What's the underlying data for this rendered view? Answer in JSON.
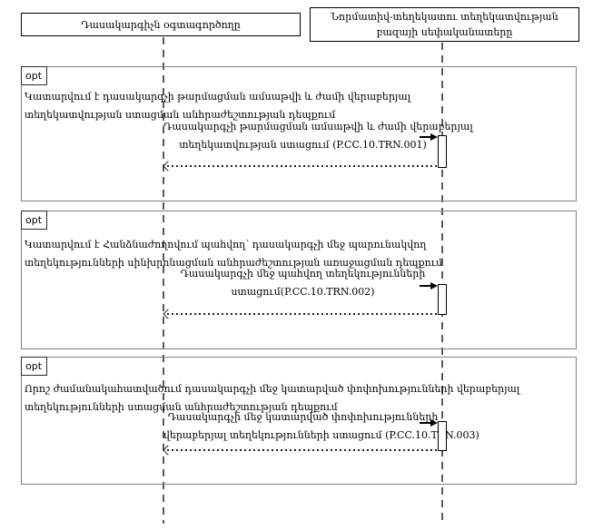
{
  "diagram": {
    "type": "uml-sequence",
    "actors": {
      "left": "Դասակարգիչն օգտագործողը",
      "right": "Նորմատիվ-տեղեկատու տեղեկատվության բազայի սեփականատերը"
    },
    "fragments": [
      {
        "operator": "opt",
        "guard": {
          "line1": "Կատարվում է դասակարգչի թարմացման ամսաթվի և ժամի վերաբերյալ",
          "line2": "տեղեկատվության ստացման անհրաժեշտության դեպքում"
        },
        "message": {
          "line1": "Դասակարգչի թարմացման ամսաթվի և ժամի վերաբերյալ",
          "line2": "տեղեկատվության ստացում (P.CC.10.TRN.001)"
        }
      },
      {
        "operator": "opt",
        "guard": {
          "line1": "Կատարվում է Հանձնաժողովում պահվող՝ դասակարգչի մեջ պարունակվող",
          "line2": "տեղեկությունների սինխրոնացման անհրաժեշտության առաջացման դեպքում"
        },
        "message": {
          "line1": "Դասակարգչի մեջ պահվող տեղեկությունների",
          "line2": "ստացում(P.CC.10.TRN.002)"
        }
      },
      {
        "operator": "opt",
        "guard": {
          "line1": "Որոշ ժամանակահատվածում դասակարգչի մեջ կատարված փոփոխությունների վերաբերյալ",
          "line2": "տեղեկությունների ստացման անհրաժեշտության դեպքում"
        },
        "message": {
          "line1": "Դասակարգչի մեջ կատարված փոփոխությունների",
          "line2": "վերաբերյալ տեղեկությունների ստացում (P.CC.10.TRN.003)"
        }
      }
    ],
    "colors": {
      "background": "#ffffff",
      "text": "#000000",
      "actor_border": "#000000",
      "fragment_border": "#808080",
      "lifeline": "#595959",
      "arrow": "#000000"
    }
  }
}
